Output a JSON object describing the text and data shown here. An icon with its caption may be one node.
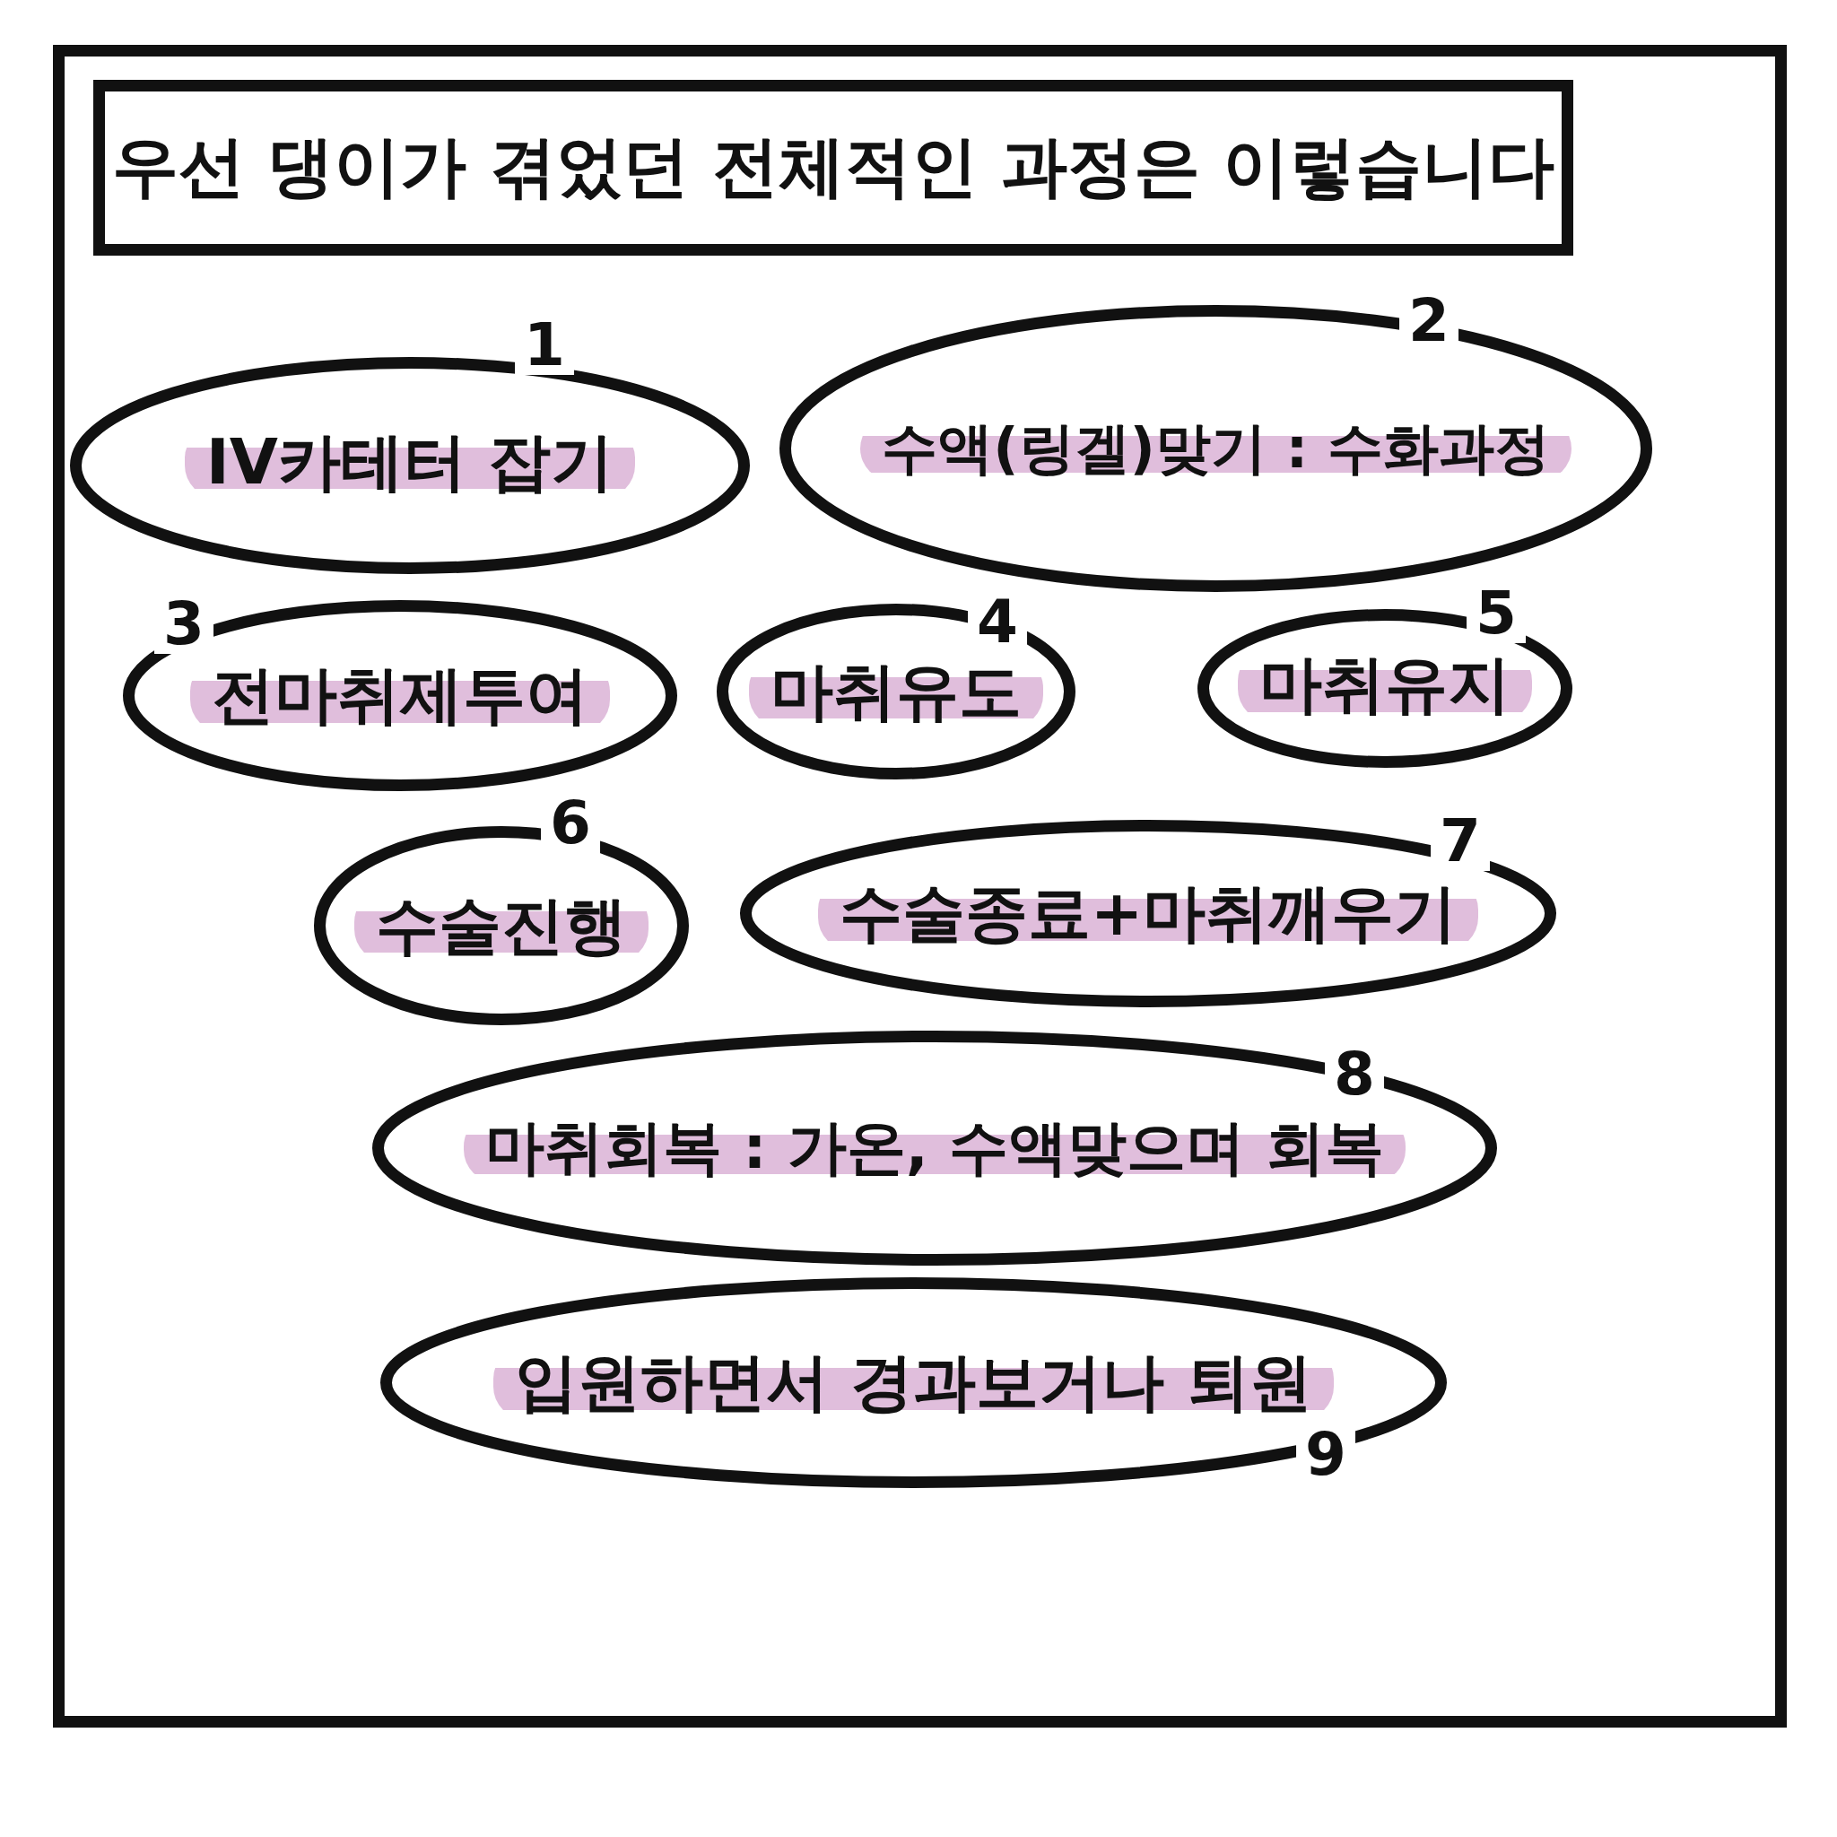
{
  "diagram": {
    "title": "우선 댕이가 겪었던 전체적인 과정은 이렇습니다",
    "nodes": [
      {
        "text": [
          "IV카테터 잡기"
        ],
        "beside": [
          "1"
        ]
      },
      {
        "text": [
          "수액(링겔)맞기 : 수화과정"
        ],
        "beside": [
          "2"
        ]
      },
      {
        "text": [
          "전마취제투여"
        ],
        "beside": [
          "3"
        ]
      },
      {
        "text": [
          "마취유도"
        ],
        "beside": [
          "4"
        ]
      },
      {
        "text": [
          "마취유지"
        ],
        "beside": [
          "5"
        ]
      },
      {
        "text": [
          "수술진행"
        ],
        "beside": [
          "6"
        ]
      },
      {
        "text": [
          "수술종료+마취깨우기"
        ],
        "beside": [
          "7"
        ]
      },
      {
        "text": [
          "마취회복 : 가온, 수액맞으며 회복"
        ],
        "beside": [
          "8"
        ]
      },
      {
        "text": [
          "입원하면서 경과보거나 퇴원"
        ],
        "beside": [
          "9"
        ]
      }
    ]
  }
}
